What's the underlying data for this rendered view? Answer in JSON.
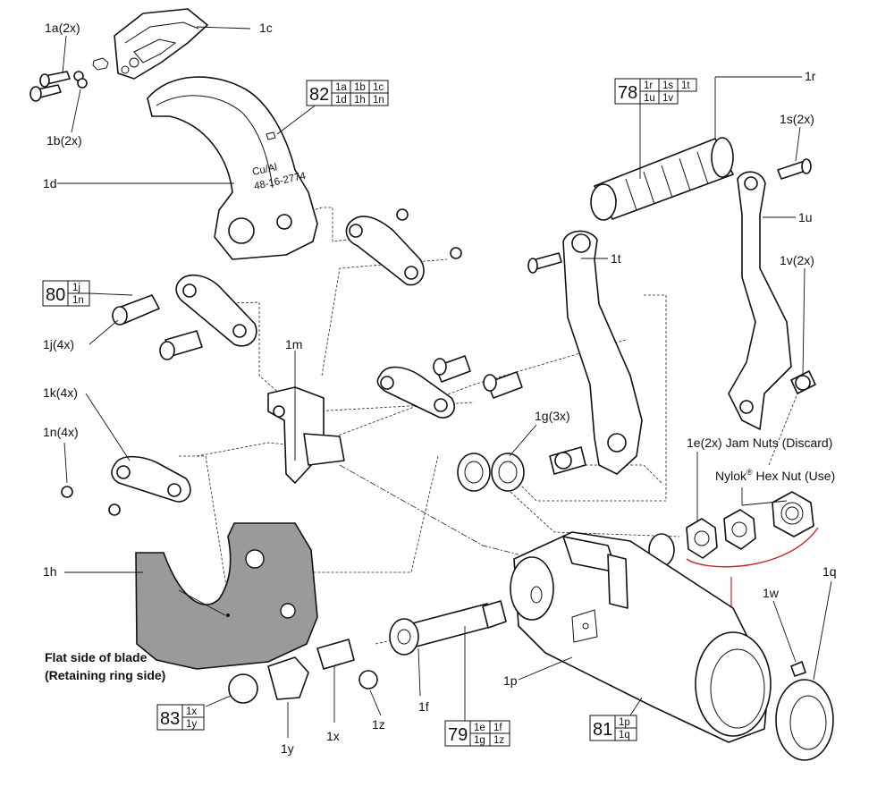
{
  "colors": {
    "blade_fill": "#9a9a9a",
    "nut_bracket": "#cc2222",
    "line": "#111111"
  },
  "labels": {
    "l1a": "1a(2x)",
    "l1b": "1b(2x)",
    "l1c": "1c",
    "l1d": "1d",
    "l1j": "1j(4x)",
    "l1k": "1k(4x)",
    "l1n": "1n(4x)",
    "l1h": "1h",
    "l1m": "1m",
    "l1g": "1g(3x)",
    "l1t": "1t",
    "l1r": "1r",
    "l1s": "1s(2x)",
    "l1u": "1u",
    "l1v": "1v(2x)",
    "l1e": "1e(2x) Jam Nuts (Discard)",
    "nylok": "Nylok",
    "nylok_mark": "®",
    "nylok_rest": " Hex Nut (Use)",
    "l1q": "1q",
    "l1w": "1w",
    "l1p": "1p",
    "l1f": "1f",
    "l1z": "1z",
    "l1x": "1x",
    "l1y": "1y",
    "flat1": "Flat side of blade",
    "flat2": "(Retaining ring side)",
    "blade_mark1": "Cu/Al",
    "blade_mark2": "48-16-2774"
  },
  "kits": {
    "k82": {
      "num": "82",
      "parts": [
        "1a",
        "1b",
        "1c",
        "1d",
        "1h",
        "1n"
      ]
    },
    "k78": {
      "num": "78",
      "parts": [
        "1r",
        "1s",
        "1t",
        "1u",
        "1v"
      ]
    },
    "k80": {
      "num": "80",
      "parts": [
        "1j",
        "1n"
      ]
    },
    "k83": {
      "num": "83",
      "parts": [
        "1x",
        "1y"
      ]
    },
    "k79": {
      "num": "79",
      "parts": [
        "1e",
        "1f",
        "1g",
        "1z"
      ]
    },
    "k81": {
      "num": "81",
      "parts": [
        "1p",
        "1q"
      ]
    }
  }
}
